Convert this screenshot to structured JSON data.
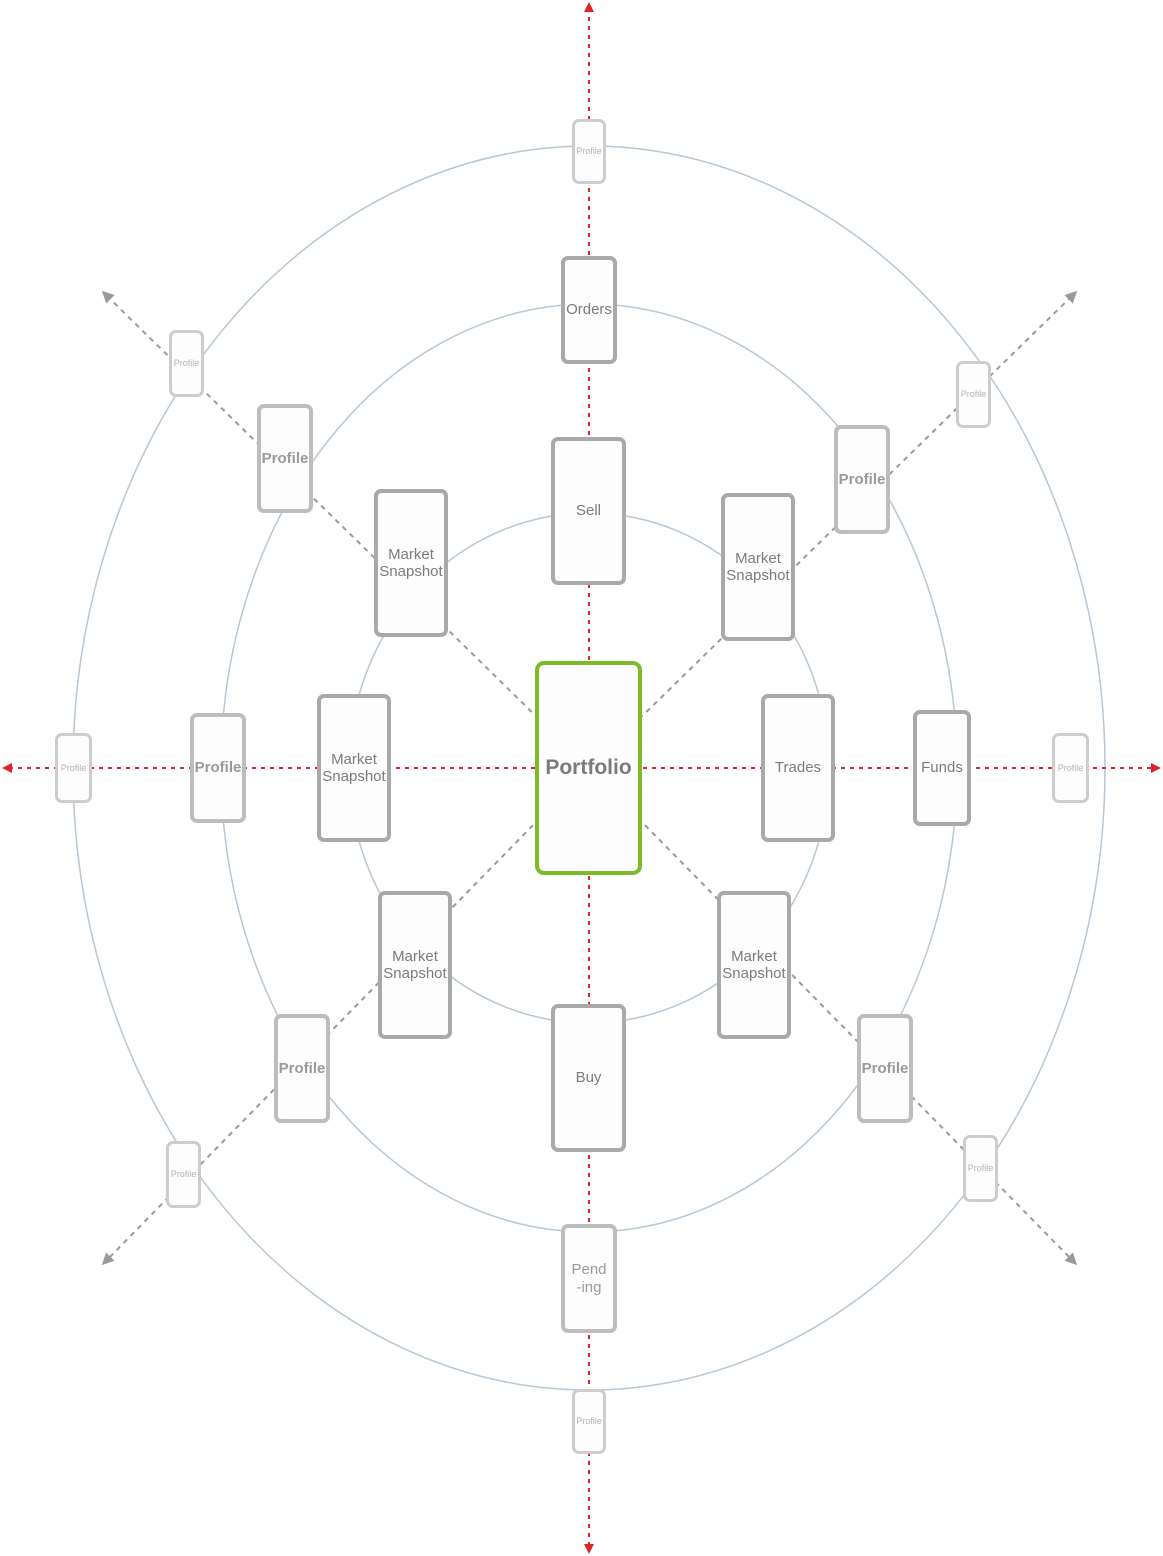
{
  "colors": {
    "primary_axis": "#e0202a",
    "diagonal_axis": "#9a9a9a",
    "orbit": "#b6c8d4",
    "center_border": "#7cbb2e",
    "node_border": "#a9a9a9"
  },
  "center": {
    "label": "Portfolio"
  },
  "ring1": {
    "top": "Sell",
    "bottom": "Buy",
    "left": "Market\nSnapshot",
    "right": "Trades",
    "upper_left": "Market\nSnapshot",
    "upper_right": "Market\nSnapshot",
    "lower_left": "Market\nSnapshot",
    "lower_right": "Market\nSnapshot"
  },
  "ring2": {
    "top": "Orders",
    "bottom": "Pend\n-ing",
    "left": "Profile",
    "right": "Funds",
    "upper_left": "Profile",
    "upper_right": "Profile",
    "lower_left": "Profile",
    "lower_right": "Profile"
  },
  "ring3": {
    "top": "Profile",
    "bottom": "Profile",
    "left": "Profile",
    "right": "Profile",
    "upper_left": "Profile",
    "upper_right": "Profile",
    "lower_left": "Profile",
    "lower_right": "Profile"
  }
}
